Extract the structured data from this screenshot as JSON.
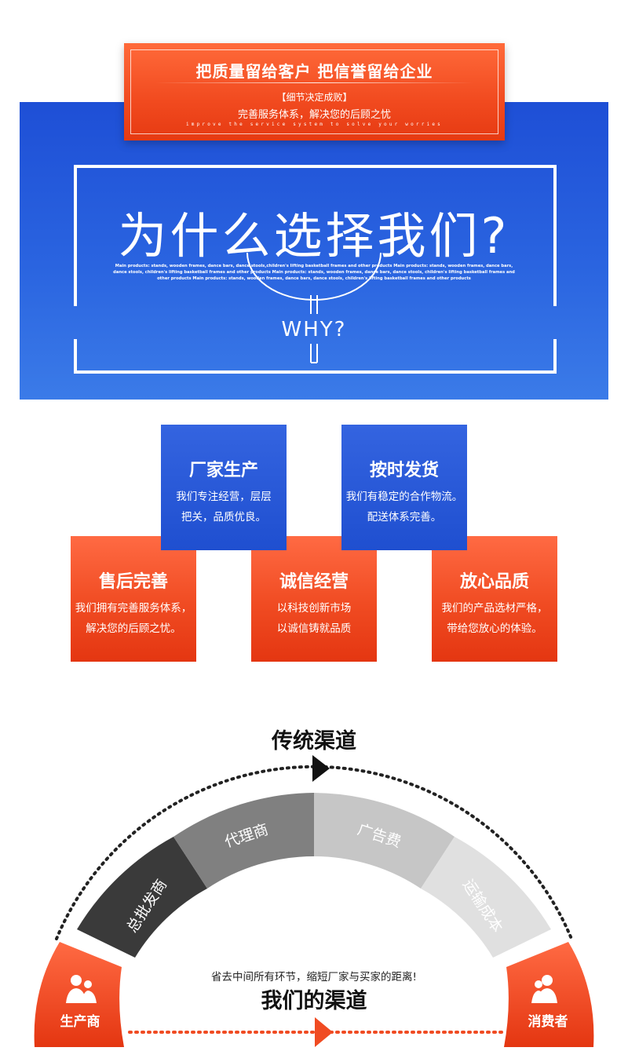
{
  "banner": {
    "title": "把质量留给客户 把信誉留给企业",
    "sub1": "【细节决定成败】",
    "sub2": "完善服务体系，解决您的后顾之忧",
    "sub3": "improve the service system to solve your worries"
  },
  "why": {
    "title": "为什么选择我们?",
    "products_text": "Main products: stands, wooden frames, dance bars, dance stools,children's lifting basketball frames and other products Main products: stands, wooden frames, dance bars, dance stools, children's lifting basketball frames and other products Main products: stands, wooden frames, dance bars, dance stools, children's lifting basketball frames and other products Main products: stands, wooden frames, dance bars, dance stools, children's lifting basketball frames and other products",
    "subtitle": "WHY?"
  },
  "features": [
    {
      "title": "厂家生产",
      "line1": "我们专注经营，层层",
      "line2": "把关，品质优良。"
    },
    {
      "title": "按时发货",
      "line1": "我们有稳定的合作物流。",
      "line2": "配送体系完善。"
    },
    {
      "title": "售后完善",
      "line1": "我们拥有完善服务体系，",
      "line2": "解决您的后顾之忧。"
    },
    {
      "title": "诚信经营",
      "line1": "以科技创新市场",
      "line2": "以诚信铸就品质"
    },
    {
      "title": "放心品质",
      "line1": "我们的产品选材严格，",
      "line2": "带给您放心的体验。"
    }
  ],
  "channel": {
    "traditional_title": "传统渠道",
    "segments": [
      "总批发商",
      "代理商",
      "广告费",
      "运输成本"
    ],
    "note": "省去中间所有环节，缩短厂家与买家的距离!",
    "our_title": "我们的渠道",
    "producer": "生产商",
    "consumer": "消费者",
    "producer_icon": "people-icon",
    "consumer_icon": "people-icon"
  },
  "colors": {
    "blue": "#1f4fd0",
    "orange": "#f04b22",
    "dark_gray": "#3a3a3a",
    "mid_gray": "#7f7f7f",
    "light_gray": "#c4c4c4",
    "lighter_gray": "#dedede"
  }
}
